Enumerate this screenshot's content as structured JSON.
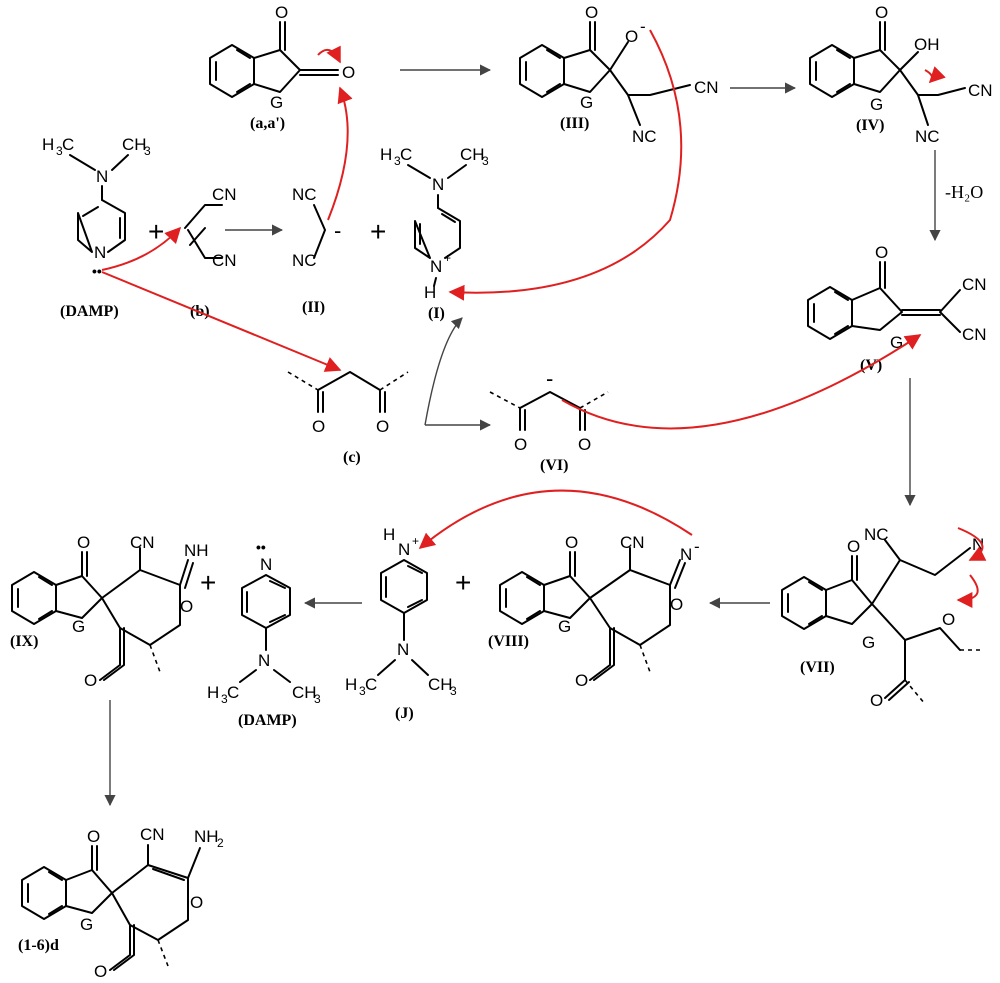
{
  "compounds": {
    "a": "(a,a')",
    "damp_top": "(DAMP)",
    "b": "(b)",
    "II": "(II)",
    "I": "(I)",
    "III": "(III)",
    "IV": "(IV)",
    "V": "(V)",
    "c": "(c)",
    "VI": "(VI)",
    "VII": "(VII)",
    "VIII": "(VIII)",
    "J": "(J)",
    "damp_bottom": "(DAMP)",
    "IX": "(IX)",
    "product": "(1-6)d"
  },
  "atoms": {
    "O": "O",
    "G": "G",
    "N": "N",
    "CN": "CN",
    "NC": "NC",
    "OH": "OH",
    "NH": "NH",
    "NH2": "NH",
    "two": "2",
    "H": "H",
    "H3C": "H",
    "three": "3",
    "CH3": "CH",
    "minus": "-",
    "plus_sup": "+",
    "lone": "••",
    "lone_bot": "••"
  },
  "reagent": {
    "water": "-H₂O"
  },
  "operators": {
    "plus": "+"
  },
  "colors": {
    "mechanism_arrow": "#e02020",
    "reaction_arrow": "#444444",
    "structure": "#000000"
  }
}
